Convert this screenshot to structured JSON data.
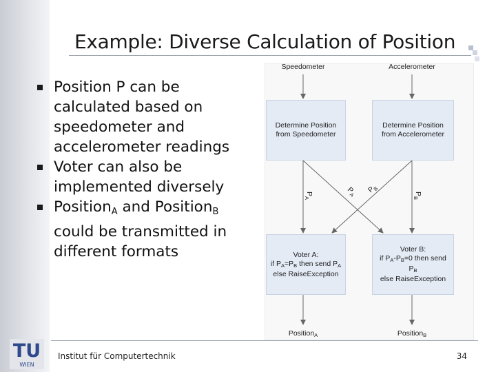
{
  "slide": {
    "title": "Example: Diverse Calculation of Position",
    "bullets": [
      {
        "text": "Position P can be calculated based on speedometer and accelerometer readings"
      },
      {
        "text": "Voter can also be implemented diversely"
      },
      {
        "pre": "Position",
        "sub1": "A",
        "mid": " and Position",
        "sub2": "B",
        "post": " could be transmitted in different formats"
      }
    ],
    "footer": "Institut für Computertechnik",
    "page_number": "34",
    "logo": {
      "text": "TU",
      "subtext": "WIEN"
    }
  },
  "diagram": {
    "sources": {
      "left": "Speedometer",
      "right": "Accelerometer"
    },
    "calc_boxes": {
      "left": [
        "Determine Position",
        "from Speedometer"
      ],
      "right": [
        "Determine Position",
        "from Accelerometer"
      ]
    },
    "edge_labels": {
      "p": "P",
      "a": "A",
      "b": "B"
    },
    "voter_a": {
      "title": "Voter A:",
      "l2_pre": "if P",
      "l2_s1": "A",
      "l2_mid": "=P",
      "l2_s2": "B",
      "l2_post": " then send P",
      "l2_s3": "A",
      "l3": "else RaiseException"
    },
    "voter_b": {
      "title": "Voter B:",
      "l2_pre": "if P",
      "l2_s1": "A",
      "l2_mid": "-P",
      "l2_s2": "B",
      "l2_post": "=0 then send",
      "l3_pre": "P",
      "l3_s": "B",
      "l4": "else RaiseException"
    },
    "outputs": {
      "prefix": "Position",
      "left_sub": "A",
      "right_sub": "B"
    }
  },
  "colors": {
    "box_fill": "#e4ebf5",
    "box_border": "#c8d3e3",
    "arrow": "#666666"
  }
}
